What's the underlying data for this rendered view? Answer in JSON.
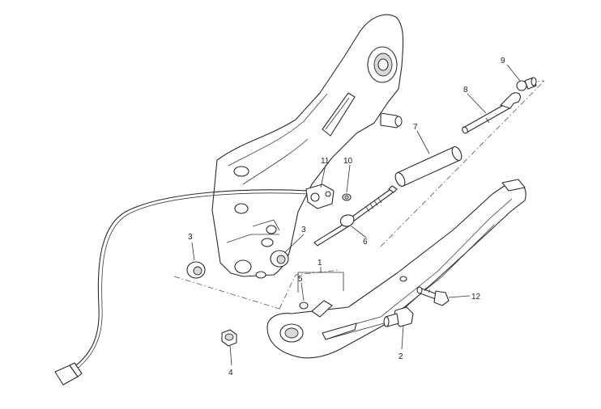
{
  "callouts": [
    {
      "id": "1",
      "label": "1"
    },
    {
      "id": "2",
      "label": "2"
    },
    {
      "id": "3a",
      "label": "3"
    },
    {
      "id": "3b",
      "label": "3"
    },
    {
      "id": "4",
      "label": "4"
    },
    {
      "id": "5",
      "label": "5"
    },
    {
      "id": "6",
      "label": "6"
    },
    {
      "id": "7",
      "label": "7"
    },
    {
      "id": "8",
      "label": "8"
    },
    {
      "id": "9",
      "label": "9"
    },
    {
      "id": "10",
      "label": "10"
    },
    {
      "id": "11",
      "label": "11"
    },
    {
      "id": "12",
      "label": "12"
    }
  ]
}
